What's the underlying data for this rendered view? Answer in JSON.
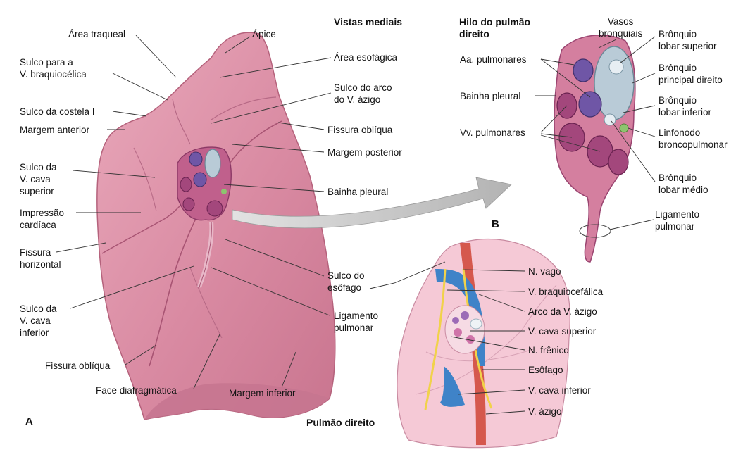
{
  "titles": {
    "medial_views": "Vistas mediais",
    "hilum": "Hilo do pulmão\ndireito",
    "right_lung": "Pulmão direito",
    "panel_a": "A",
    "panel_b": "B"
  },
  "panel_a_labels": {
    "area_traqueal": "Área traqueal",
    "apice": "Ápice",
    "sulco_braquiocefalica": "Sulco para a\nV. braquiocélica",
    "area_esofagica": "Área esofágica",
    "sulco_arco_azigo": "Sulco do arco\ndo V. ázigo",
    "sulco_costela": "Sulco da costela I",
    "margem_anterior": "Margem anterior",
    "fissura_obliqua_top": "Fissura oblíqua",
    "margem_posterior": "Margem posterior",
    "sulco_cava_superior": "Sulco da\nV. cava\nsuperior",
    "bainha_pleural": "Bainha pleural",
    "impressao_cardiaca": "Impressão\ncardíaca",
    "fissura_horizontal": "Fissura\nhorizontal",
    "sulco_esofago": "Sulco do\nesôfago",
    "sulco_cava_inferior": "Sulco da\nV. cava\ninferior",
    "ligamento_pulmonar": "Ligamento\npulmonar",
    "fissura_obliqua_bottom": "Fissura oblíqua",
    "face_diafragmatica": "Face diafragmática",
    "margem_inferior": "Margem inferior"
  },
  "panel_b_labels": {
    "vasos_bronquiais": "Vasos\nbronquiais",
    "bronquio_lobar_superior": "Brônquio\nlobar superior",
    "aa_pulmonares": "Aa. pulmonares",
    "bronquio_principal": "Brônquio\nprincipal direito",
    "bainha_pleural": "Bainha pleural",
    "bronquio_lobar_inferior": "Brônquio\nlobar inferior",
    "vv_pulmonares": "Vv. pulmonares",
    "linfonodo": "Linfonodo\nbroncopulmonar",
    "bronquio_lobar_medio": "Brônquio\nlobar médio",
    "ligamento_pulmonar": "Ligamento\npulmonar"
  },
  "panel_c_labels": {
    "n_vago": "N. vago",
    "v_braquiocefalica": "V. braquiocefálica",
    "arco_azigo": "Arco da V. ázigo",
    "v_cava_superior": "V. cava superior",
    "n_frenico": "N. frênico",
    "esofago": "Esôfago",
    "v_cava_inferior": "V. cava inferior",
    "v_azigo": "V. ázigo"
  },
  "colors": {
    "lung": "#dc8ea6",
    "lung_dark": "#c46f8b",
    "lung_light_c": "#f5c9d6",
    "vein": "#a3477c",
    "artery_purple": "#6f56a6",
    "bronchus": "#b9cbd7",
    "vein_blue": "#3f83c8",
    "esophagus_red": "#d5584d",
    "nerve_yellow": "#f1d24a",
    "arrow_grey": "#bdbdbd"
  }
}
